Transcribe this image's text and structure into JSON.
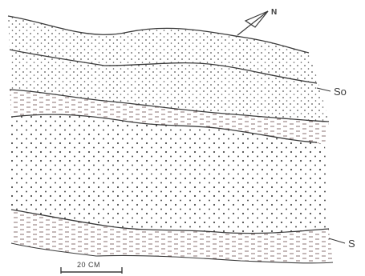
{
  "labels": {
    "north": "N",
    "so": "So",
    "s": "S",
    "scale": "20 CM"
  },
  "colors": {
    "ink": "#3a3a3a",
    "stipple": "#555555",
    "dash": "#6a5a5a"
  },
  "layers": [
    {
      "name": "upper-stippled-bed",
      "pattern": "fine-dots"
    },
    {
      "name": "middle-stippled-bed",
      "pattern": "fine-dots"
    },
    {
      "name": "upper-laminated-bed",
      "pattern": "dashes"
    },
    {
      "name": "lower-stippled-bed",
      "pattern": "coarse-dots"
    },
    {
      "name": "lower-laminated-bed",
      "pattern": "dashes"
    }
  ],
  "icons": {
    "north_arrow": "north-arrow-icon",
    "scale_bar": "scale-bar-icon"
  }
}
